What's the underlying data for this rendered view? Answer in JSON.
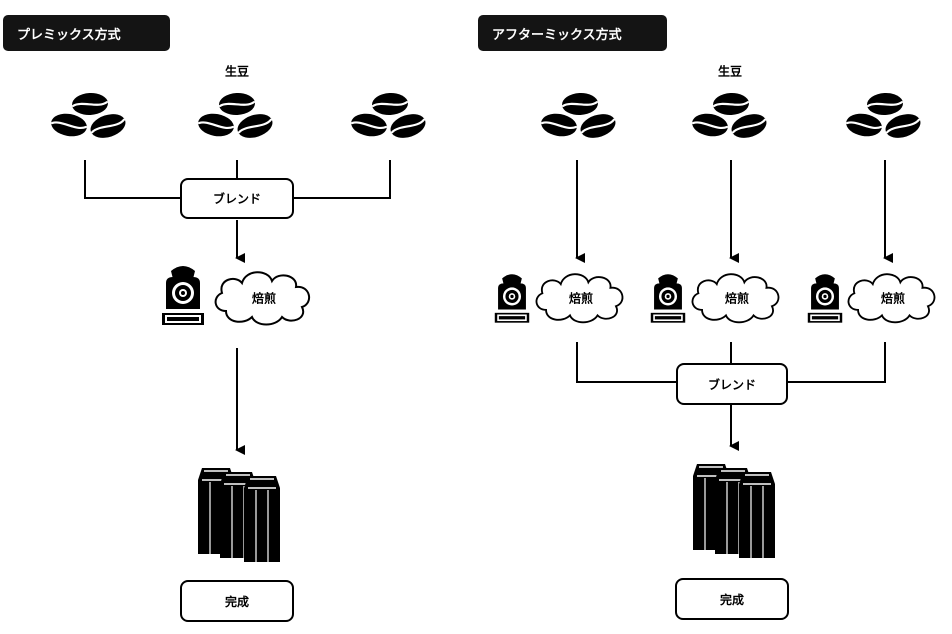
{
  "premix": {
    "title": "プレミックス方式",
    "green_beans_label": "生豆",
    "blend_label": "ブレンド",
    "roast_label": "焙煎",
    "done_label": "完成"
  },
  "aftermix": {
    "title": "アフターミックス方式",
    "green_beans_label": "生豆",
    "roast_labels": [
      "焙煎",
      "焙煎",
      "焙煎"
    ],
    "blend_label": "ブレンド",
    "done_label": "完成"
  },
  "icons": {
    "bean": "coffee-bean-icon",
    "roaster": "roaster-icon",
    "cloud": "cloud-icon",
    "package": "coffee-bag-icon"
  }
}
